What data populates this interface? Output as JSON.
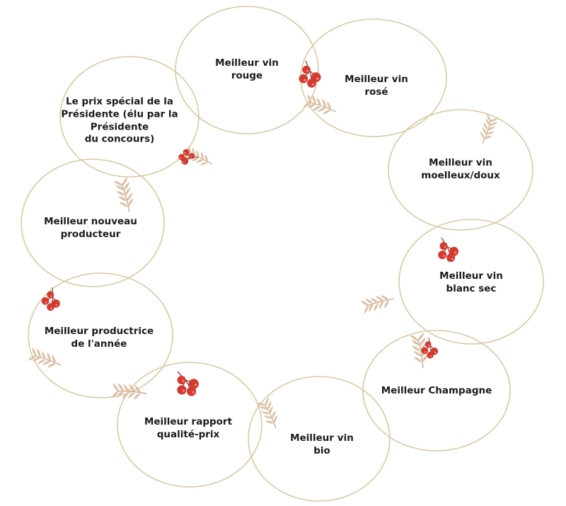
{
  "awards": [
    {
      "text": "Meilleur vin\nrouge"
    },
    {
      "text": "Meilleur vin\nrosé"
    },
    {
      "text": "Meilleur vin\nmoelleux/doux"
    },
    {
      "text": "Meilleur vin\nblanc sec"
    },
    {
      "text": "Meilleur Champagne"
    },
    {
      "text": "Meilleur vin\nbio"
    },
    {
      "text": "Meilleur rapport\nqualité-prix"
    },
    {
      "text": "Meilleur productrice\nde l'année"
    },
    {
      "text": "Meilleur nouveau\nproducteur"
    },
    {
      "text": "Le prix spécial de la\nPrésidente (élu par la\nPrésidente\ndu concours)"
    }
  ],
  "colors": {
    "ring": "#d9c9a3",
    "leaf": "#dcc0a6",
    "stem": "#c9a98c",
    "berry": "#d33a30",
    "text": "#1b1b1b"
  },
  "icons": [
    "leaf-sprig-icon",
    "berry-cluster-icon"
  ]
}
